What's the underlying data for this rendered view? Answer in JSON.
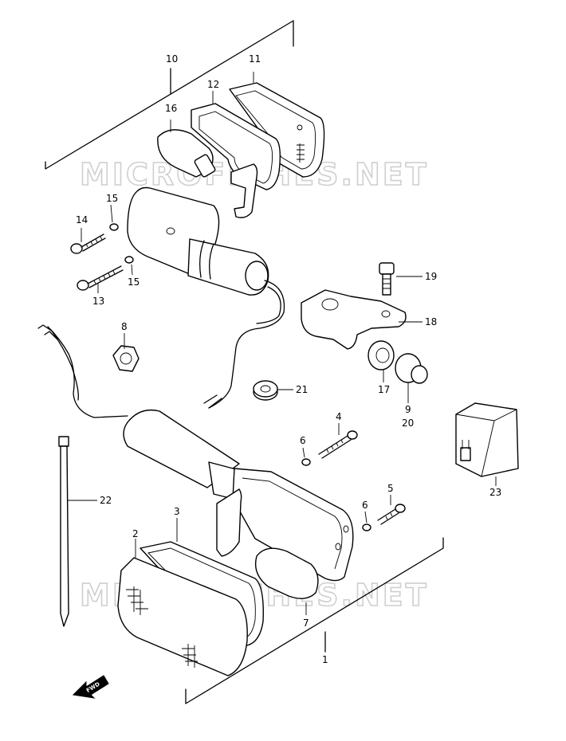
{
  "watermark": "MICROFICHES.NET",
  "fwd_label": "FWD",
  "callouts": {
    "p1": "1",
    "p2": "2",
    "p3": "3",
    "p4": "4",
    "p5": "5",
    "p6a": "6",
    "p6b": "6",
    "p7": "7",
    "p8": "8",
    "p9": "9",
    "p10": "10",
    "p11": "11",
    "p12": "12",
    "p13": "13",
    "p14": "14",
    "p15a": "15",
    "p15b": "15",
    "p16": "16",
    "p17": "17",
    "p18": "18",
    "p19": "19",
    "p20": "20",
    "p21": "21",
    "p22": "22",
    "p23": "23"
  }
}
